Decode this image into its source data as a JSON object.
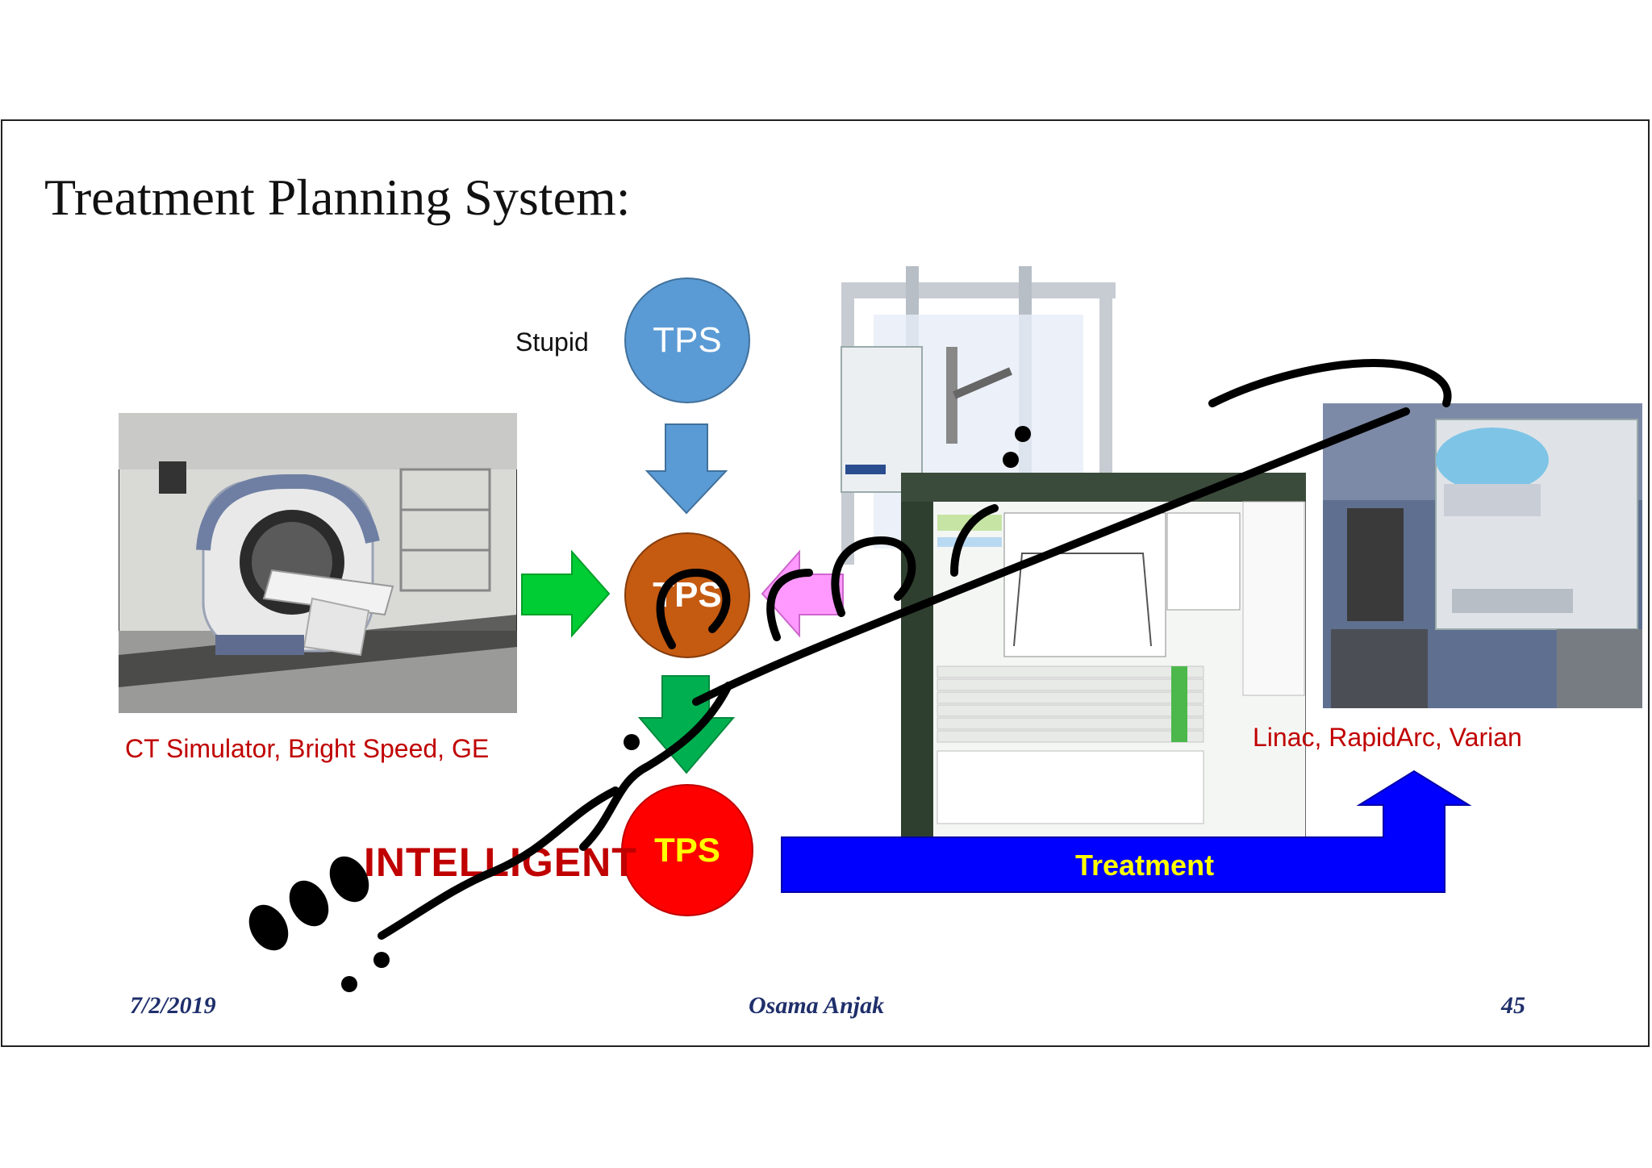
{
  "slide": {
    "title": "Treatment Planning System:",
    "top_circle": {
      "label": "TPS",
      "side_label": "Stupid"
    },
    "middle_circle": {
      "label": "TPS"
    },
    "bottom_circle": {
      "label": "TPS",
      "side_label": "INTELLIGENT"
    },
    "ct_caption": "CT Simulator, Bright Speed, GE",
    "linac_caption": "Linac, RapidArc, Varian",
    "treatment_label": "Treatment",
    "colors": {
      "top_circle": "#5b9bd5",
      "middle_circle": "#c55a11",
      "bottom_circle": "#ff0000",
      "down_arrow_top": "#5b9bd5",
      "down_arrow_bottom": "#00b050",
      "right_arrow": "#00cc33",
      "left_arrow": "#ff99ff",
      "treatment_arrow": "#0000ff",
      "caption": "#c00000"
    }
  },
  "footer": {
    "date": "7/2/2019",
    "author": "Osama Anjak",
    "page": "45"
  }
}
